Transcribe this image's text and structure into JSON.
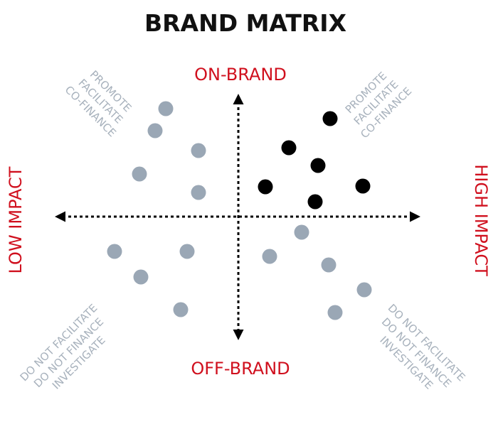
{
  "title": "BRAND MATRIX",
  "axes": {
    "top": "ON-BRAND",
    "bottom": "OFF-BRAND",
    "left": "LOW IMPACT",
    "right": "HIGH IMPACT"
  },
  "quadrants": {
    "top_left": [
      "PROMOTE",
      "FACILITATE",
      "CO-FINANCE"
    ],
    "top_right": [
      "PROMOTE",
      "FACILITATE",
      "CO-FINANCE"
    ],
    "bottom_left": [
      "DO NOT FACILITATE",
      "DO NOT FINANCE",
      "INVESTIGATE"
    ],
    "bottom_right": [
      "DO NOT FACILITATE",
      "DO NOT FINANCE",
      "INVESTIGATE"
    ]
  },
  "colors": {
    "accent": "#d0101e",
    "muted": "#a7b1bc",
    "dot_gray": "#9aa7b5",
    "dot_black": "#000000",
    "axis": "#000000"
  }
}
